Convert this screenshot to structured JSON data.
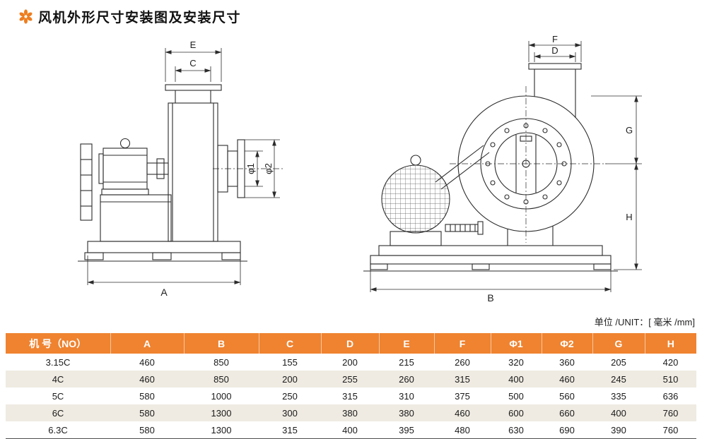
{
  "page": {
    "title": "风机外形尺寸安装图及安装尺寸",
    "unit_note": "单位 /UNIT：[ 毫米 /mm]"
  },
  "diagrams": {
    "left": {
      "dims": {
        "E": "E",
        "C": "C",
        "A": "A",
        "phi1": "φ1",
        "phi2": "φ2"
      }
    },
    "right": {
      "dims": {
        "F": "F",
        "D": "D",
        "G": "G",
        "H": "H",
        "B": "B"
      }
    }
  },
  "table": {
    "headers": [
      "机 号（NO）",
      "A",
      "B",
      "C",
      "D",
      "E",
      "F",
      "Φ1",
      "Φ2",
      "G",
      "H"
    ],
    "rows": [
      [
        "3.15C",
        "460",
        "850",
        "155",
        "200",
        "215",
        "260",
        "320",
        "360",
        "205",
        "420"
      ],
      [
        "4C",
        "460",
        "850",
        "200",
        "255",
        "260",
        "315",
        "400",
        "460",
        "245",
        "510"
      ],
      [
        "5C",
        "580",
        "1000",
        "250",
        "315",
        "310",
        "375",
        "500",
        "560",
        "335",
        "636"
      ],
      [
        "6C",
        "580",
        "1300",
        "300",
        "380",
        "380",
        "460",
        "600",
        "660",
        "400",
        "760"
      ],
      [
        "6.3C",
        "580",
        "1300",
        "315",
        "400",
        "395",
        "480",
        "630",
        "690",
        "390",
        "760"
      ]
    ]
  },
  "colors": {
    "accent": "#ef8330",
    "row_alt": "#efebe2",
    "line": "#2b2b2b"
  }
}
